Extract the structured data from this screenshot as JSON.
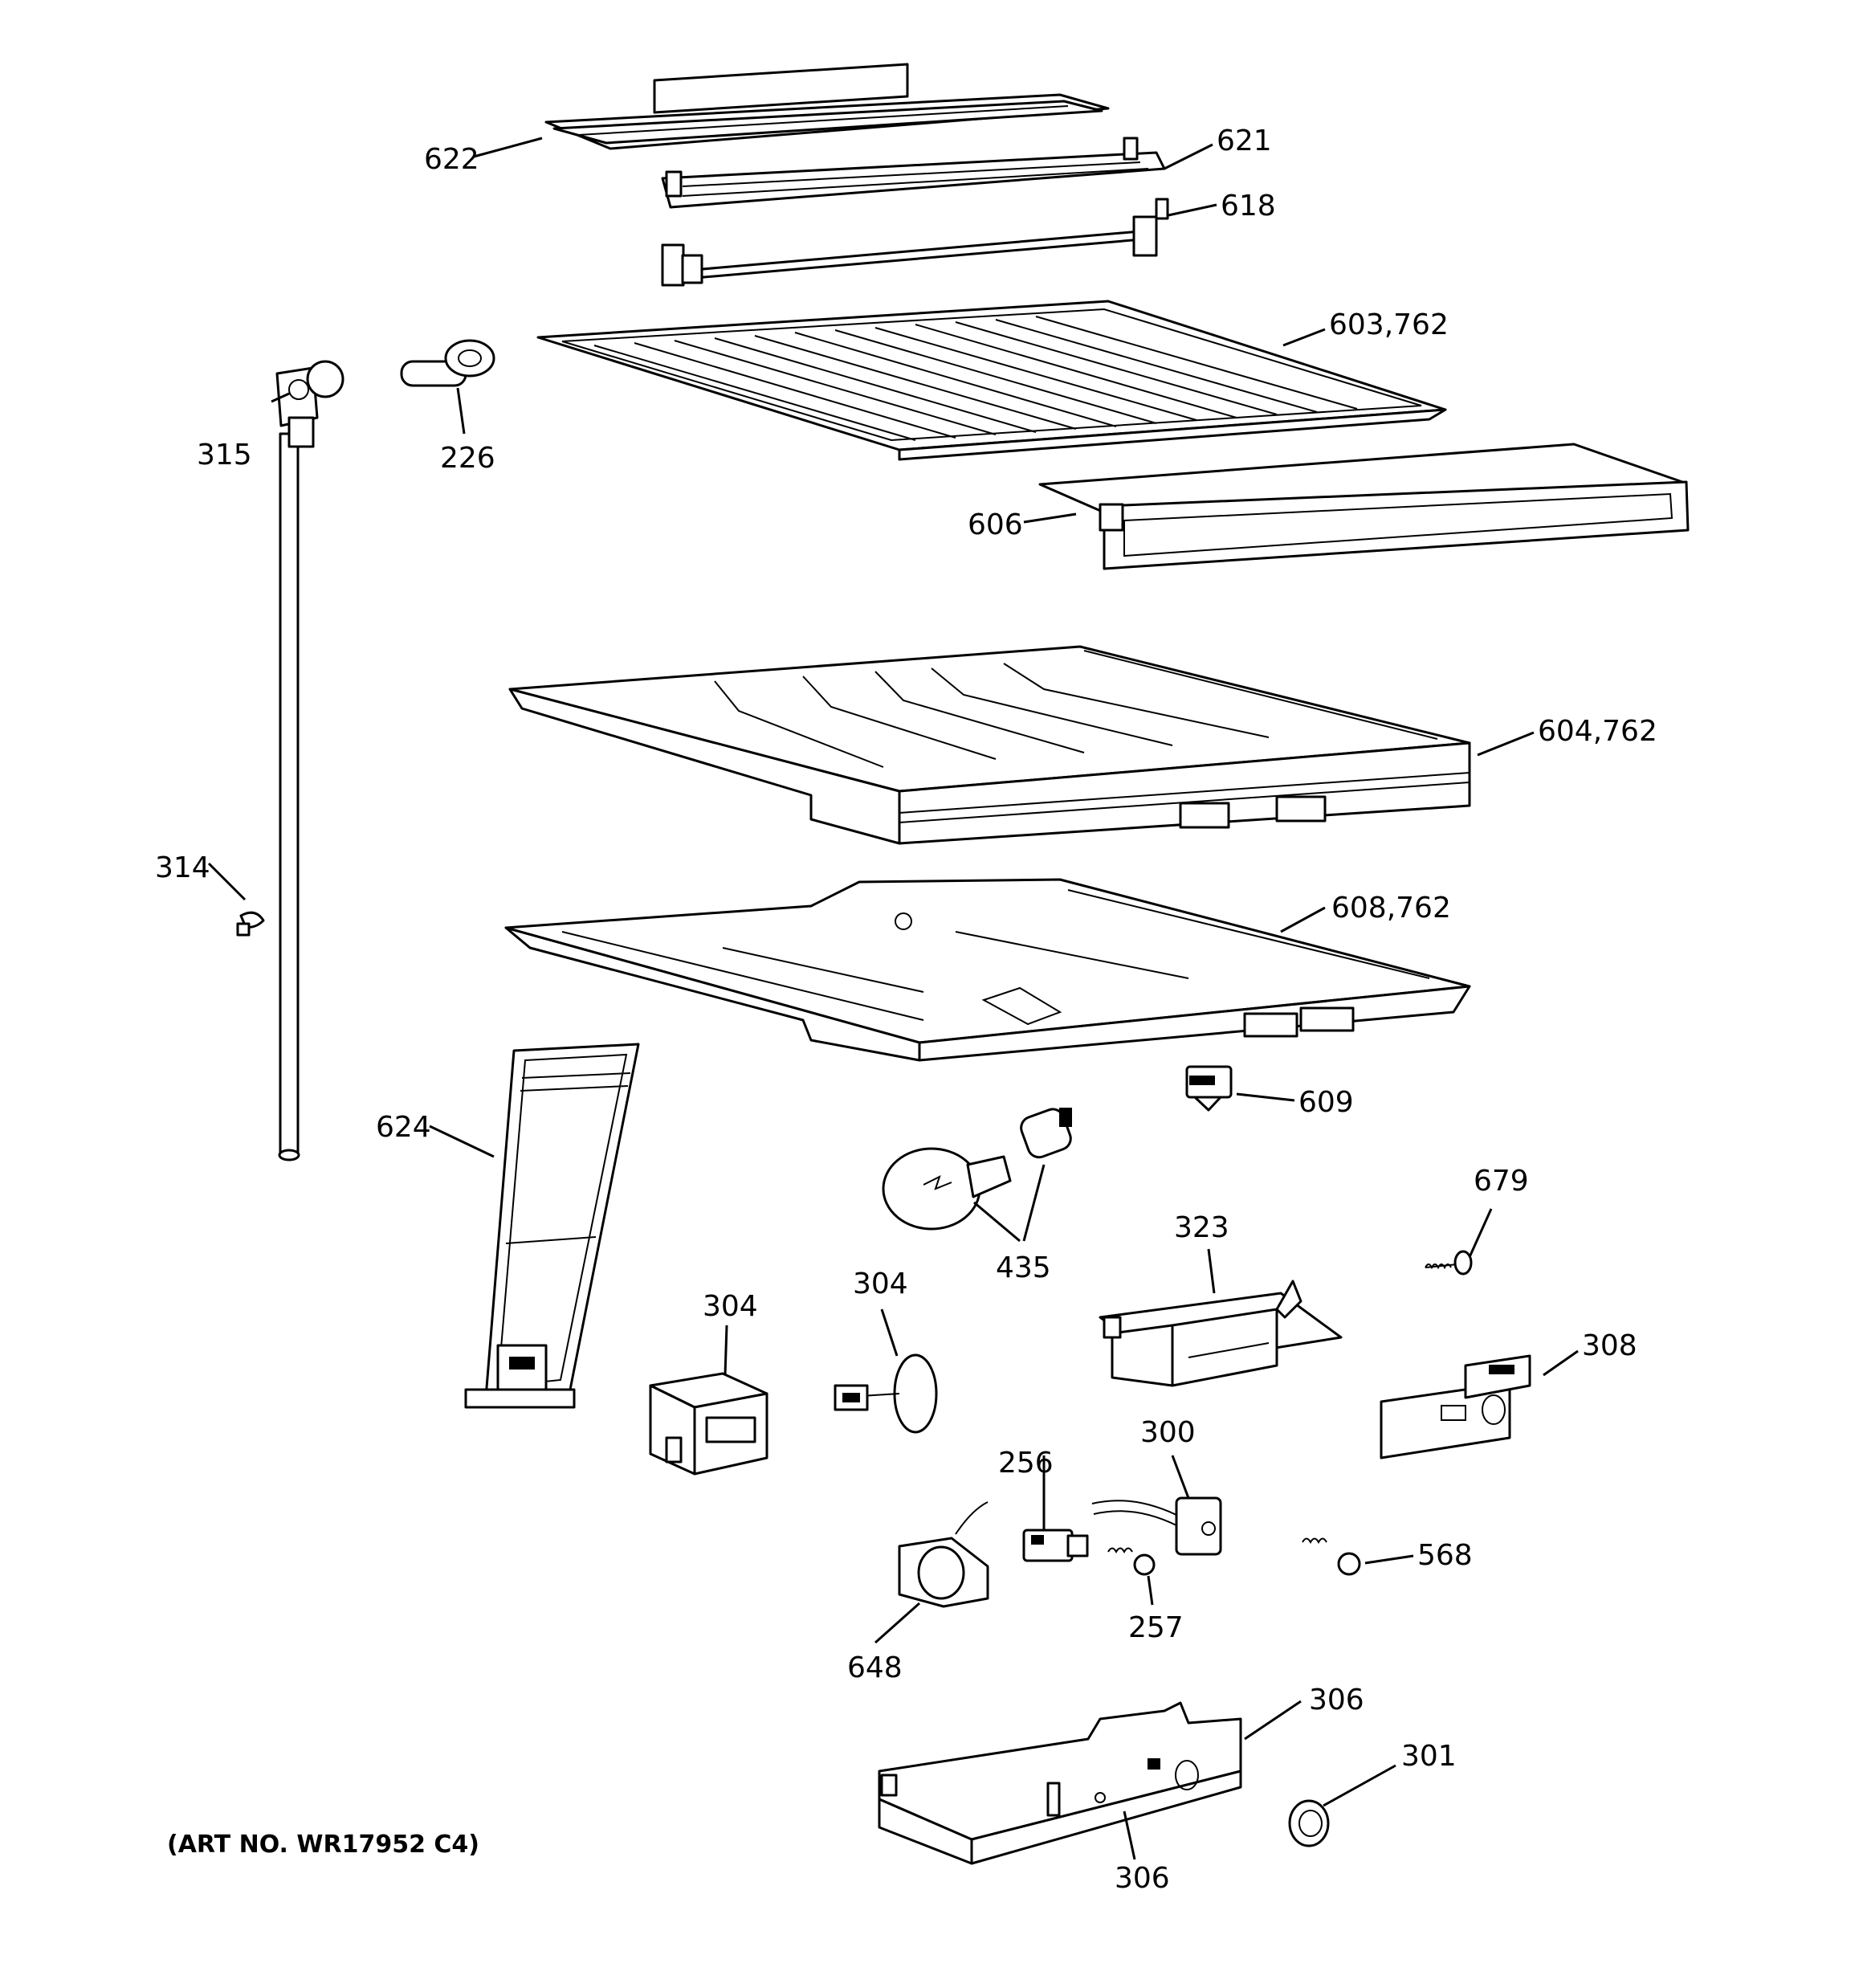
{
  "art_number": "(ART NO. WR17952 C4)",
  "labels": {
    "p622": "622",
    "p621": "621",
    "p618": "618",
    "p603": "603,762",
    "p315": "315",
    "p226": "226",
    "p606": "606",
    "p604": "604,762",
    "p314": "314",
    "p608": "608,762",
    "p609": "609",
    "p624": "624",
    "p435": "435",
    "p679": "679",
    "p323": "323",
    "p304a": "304",
    "p304b": "304",
    "p308": "308",
    "p256": "256",
    "p300": "300",
    "p568": "568",
    "p257": "257",
    "p648": "648",
    "p306a": "306",
    "p301": "301",
    "p306b": "306"
  }
}
